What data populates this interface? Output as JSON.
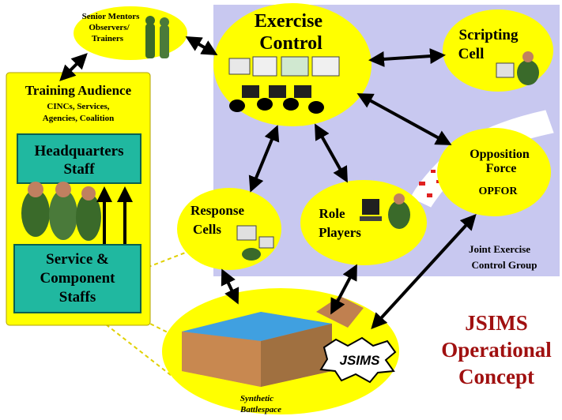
{
  "title": {
    "line1": "JSIMS",
    "line2": "Operational",
    "line3": "Concept"
  },
  "nodes": {
    "senior_mentors": {
      "line1": "Senior Mentors",
      "line2": "Observers/",
      "line3": "Trainers"
    },
    "exercise_control": {
      "line1": "Exercise",
      "line2": "Control"
    },
    "scripting_cell": {
      "line1": "Scripting",
      "line2": "Cell"
    },
    "training_audience": {
      "title": "Training Audience",
      "sub1": "CINCs, Services,",
      "sub2": "Agencies, Coalition"
    },
    "hq_staff": {
      "line1": "Headquarters",
      "line2": "Staff"
    },
    "component_staffs": {
      "line1": "Service &",
      "line2": "Component",
      "line3": "Staffs"
    },
    "opposition_force": {
      "line1": "Opposition",
      "line2": "Force",
      "line3": "OPFOR"
    },
    "response_cells": {
      "line1": "Response",
      "line2": "Cells"
    },
    "role_players": {
      "line1": "Role",
      "line2": "Players"
    },
    "jecg": {
      "line1": "Joint Exercise",
      "line2": "Control Group"
    },
    "jsims_burst": {
      "label": "JSIMS"
    },
    "battlespace": {
      "line1": "Synthetic",
      "line2": "Battlespace"
    }
  },
  "colors": {
    "ellipse_yellow": "#ffff00",
    "panel_lavender": "#c8c8f0",
    "box_teal": "#20b8a0",
    "title_red": "#a01010",
    "arrow_black": "#000000",
    "ribbon_red": "#e02020"
  }
}
